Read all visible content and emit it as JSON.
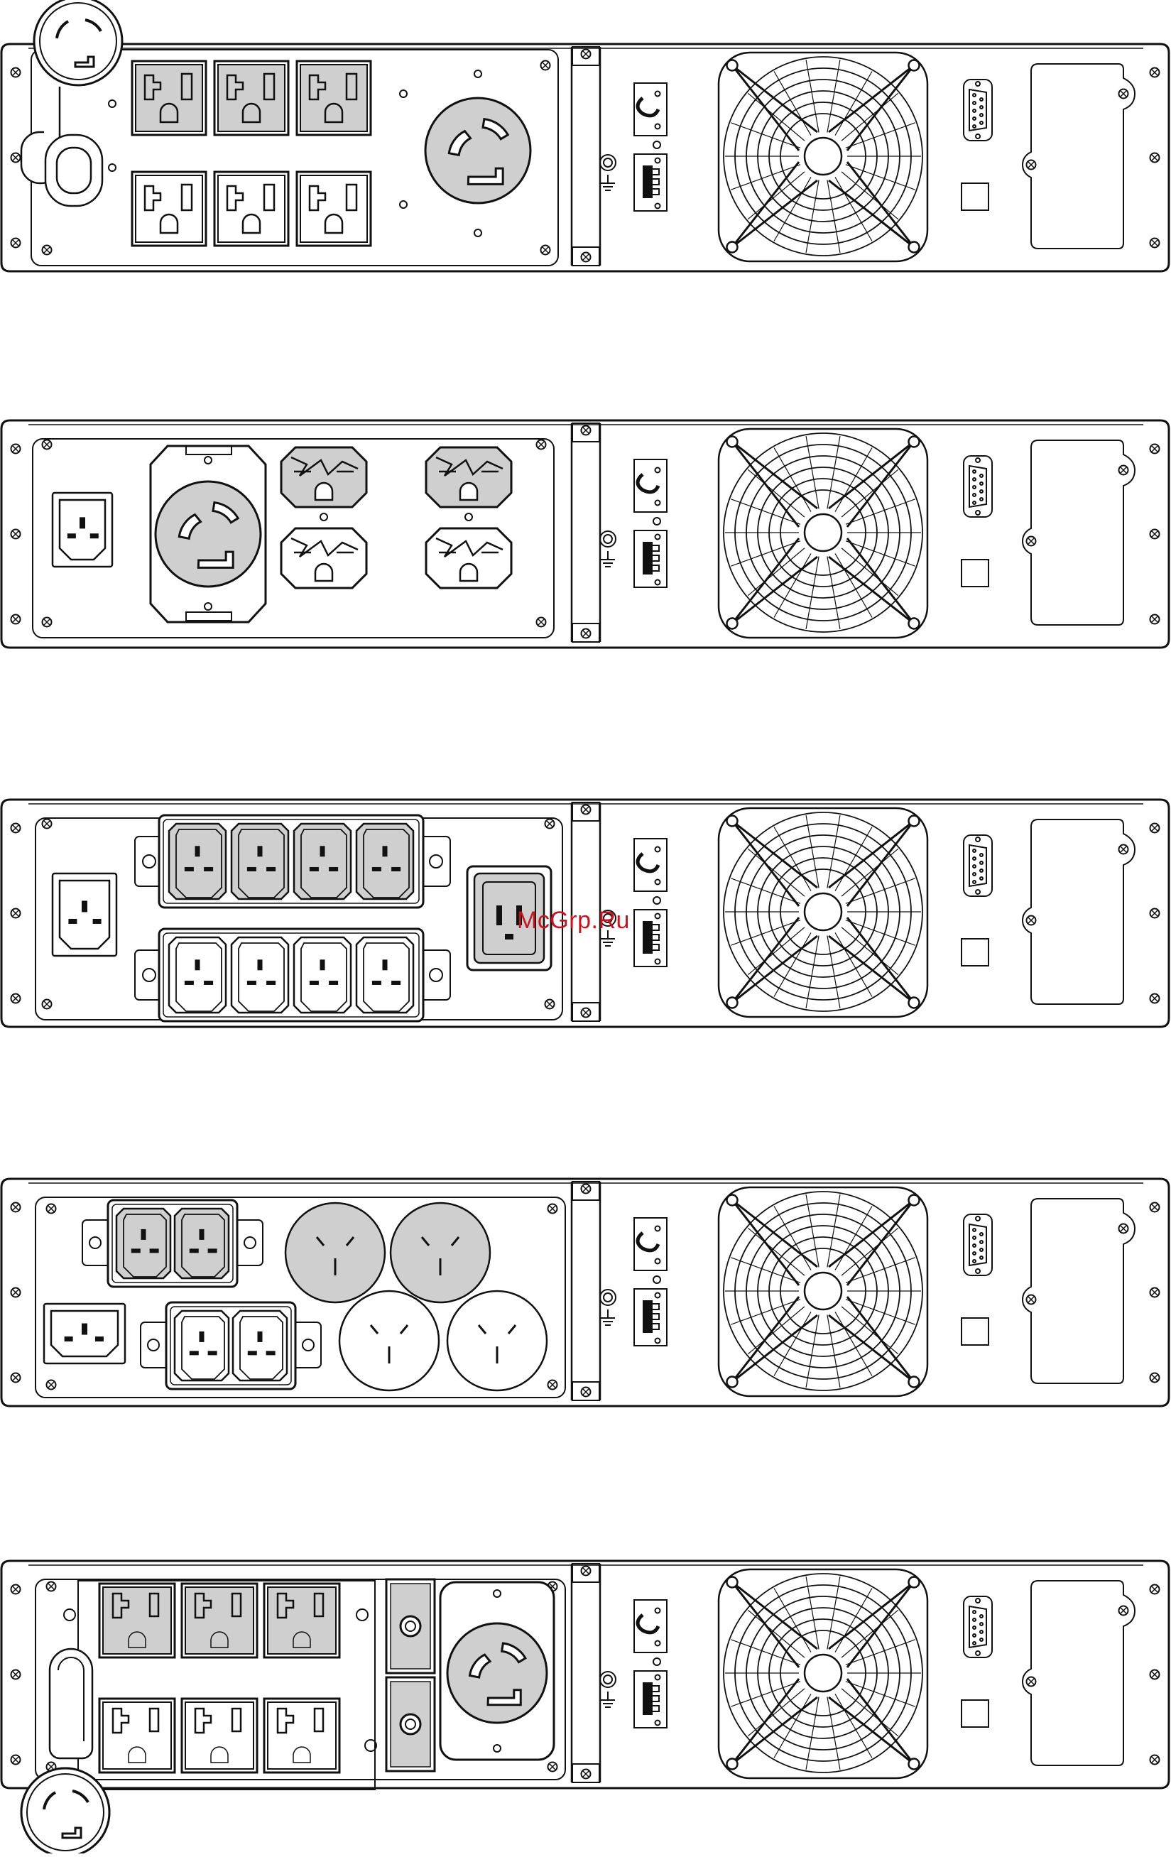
{
  "watermark": {
    "text": "McGrp.Ru",
    "color": "#c8141e"
  },
  "colors": {
    "line": "#111111",
    "fill_gray": "#cfcfcf",
    "background": "#ffffff"
  },
  "ground_symbol": "ground-icon",
  "panels": [
    {
      "id": "unit-1",
      "left_modules": [
        {
          "kind": "twistlock-cord",
          "cord": "top-left"
        },
        {
          "kind": "nema-5-20-grid",
          "rows": 2,
          "cols": 3,
          "shaded_row": 0
        },
        {
          "kind": "twistlock-receptacle",
          "shaded": true
        }
      ]
    },
    {
      "id": "unit-2",
      "left_modules": [
        {
          "kind": "iec-c14-inlet"
        },
        {
          "kind": "twistlock-receptacle-plate",
          "shaded": true
        },
        {
          "kind": "nema-duplex",
          "count": 2,
          "shaded_top": true
        }
      ]
    },
    {
      "id": "unit-3",
      "left_modules": [
        {
          "kind": "iec-c14-inlet"
        },
        {
          "kind": "iec-c13-bank",
          "rows": 2,
          "cols": 4,
          "shaded_row": 0
        },
        {
          "kind": "iec-c19",
          "shaded": true
        }
      ]
    },
    {
      "id": "unit-4",
      "left_modules": [
        {
          "kind": "iec-c13-pair",
          "shaded": true
        },
        {
          "kind": "iec-c14-inlet"
        },
        {
          "kind": "iec-c13-pair",
          "shaded": false
        },
        {
          "kind": "as-nzs-grid",
          "rows": 2,
          "cols": 2,
          "shaded_row": 0
        }
      ]
    },
    {
      "id": "unit-5",
      "left_modules": [
        {
          "kind": "nema-5-20-grid",
          "rows": 2,
          "cols": 3,
          "shaded_row": 0
        },
        {
          "kind": "breaker-pair"
        },
        {
          "kind": "twistlock-receptacle-plate",
          "shaded": true
        },
        {
          "kind": "twistlock-cord",
          "cord": "bottom-left"
        }
      ]
    }
  ]
}
